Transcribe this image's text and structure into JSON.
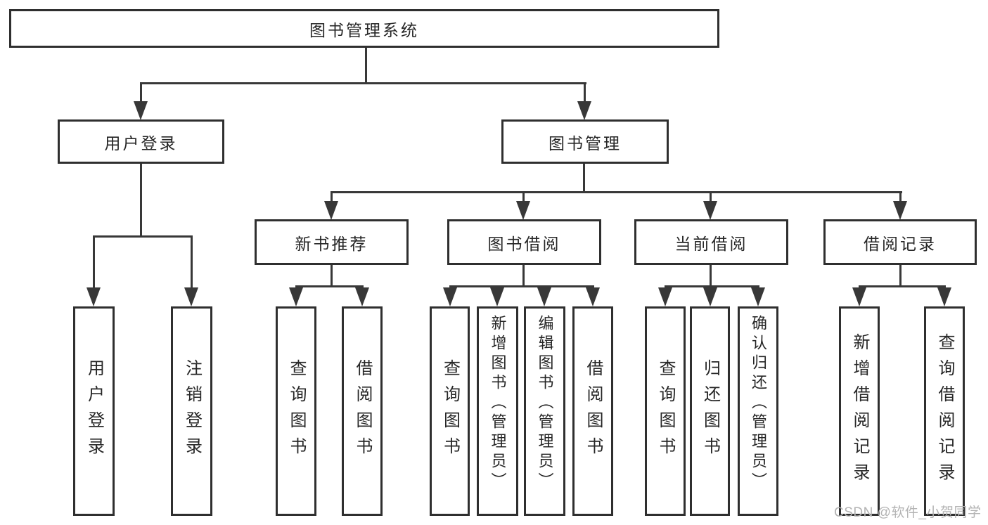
{
  "diagram": {
    "root": {
      "label": "图书管理系统"
    },
    "level1": {
      "user_login": {
        "label": "用户登录"
      },
      "book_management": {
        "label": "图书管理"
      }
    },
    "level2": {
      "new_book_recommend": {
        "label": "新书推荐"
      },
      "book_borrowing": {
        "label": "图书借阅"
      },
      "current_borrowing": {
        "label": "当前借阅"
      },
      "borrowing_records": {
        "label": "借阅记录"
      }
    },
    "leaves": {
      "user_login": {
        "label": "用户登录"
      },
      "logout": {
        "label": "注销登录"
      },
      "rec_query_books": {
        "label": "查询图书"
      },
      "rec_borrow_books": {
        "label": "借阅图书"
      },
      "bb_query_books": {
        "label": "查询图书"
      },
      "bb_add_books": {
        "label": "新增图书（管理员）"
      },
      "bb_edit_books": {
        "label": "编辑图书（管理员）"
      },
      "bb_borrow_books": {
        "label": "借阅图书"
      },
      "cb_query_books": {
        "label": "查询图书"
      },
      "cb_return_books": {
        "label": "归还图书"
      },
      "cb_confirm_return": {
        "label": "确认归还（管理员）"
      },
      "br_add_record": {
        "label": "新增借阅记录"
      },
      "br_query_record": {
        "label": "查询借阅记录"
      }
    }
  },
  "watermark": {
    "text": "CSDN @软件_小贺同学"
  },
  "colors": {
    "line": "#383838",
    "border": "#2f2f2f",
    "text": "#262626",
    "watermark": "#b3b3b3",
    "background": "#ffffff"
  }
}
